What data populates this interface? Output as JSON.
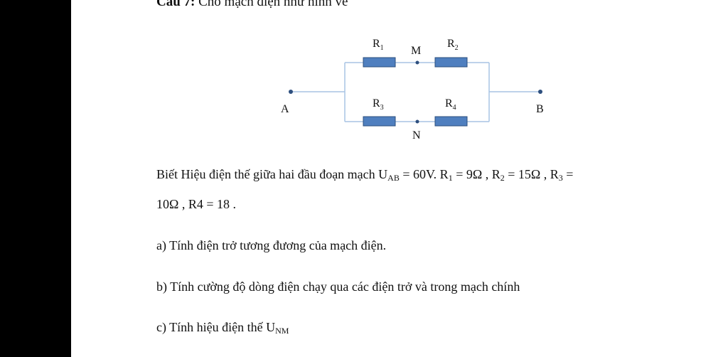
{
  "title": {
    "label": "Câu 7:",
    "text": "Cho mạch điện như hình vẽ"
  },
  "circuit": {
    "resistors": [
      {
        "base": "R",
        "sub": "1"
      },
      {
        "base": "R",
        "sub": "2"
      },
      {
        "base": "R",
        "sub": "3"
      },
      {
        "base": "R",
        "sub": "4"
      }
    ],
    "nodes": {
      "A": "A",
      "B": "B",
      "M": "M",
      "N": "N"
    },
    "colors": {
      "resistor_fill": "#4f7fbf",
      "resistor_stroke": "#2e4f7e",
      "wire": "#a9c4e4",
      "dot": "#2e4f7e"
    }
  },
  "problem": {
    "line1": {
      "text": "Biết Hiệu điện thế giữa hai đầu đoạn mạch U",
      "uab_sub": "AB",
      "after_uab": " = 60V. R",
      "r1_sub": "1",
      "r1_val": " = 9Ω , R",
      "r2_sub": "2",
      "r2_val": " = 15Ω , R",
      "r3_sub": "3",
      "r3_val": " ="
    },
    "line2": "10Ω , R4 = 18 .",
    "a": "a) Tính điện trở tương đương của mạch điện.",
    "b": "b) Tính cường độ dòng điện chạy qua các điện trở và trong mạch chính",
    "c": "c) Tính hiệu điện thế U",
    "c_sub": "NM"
  }
}
